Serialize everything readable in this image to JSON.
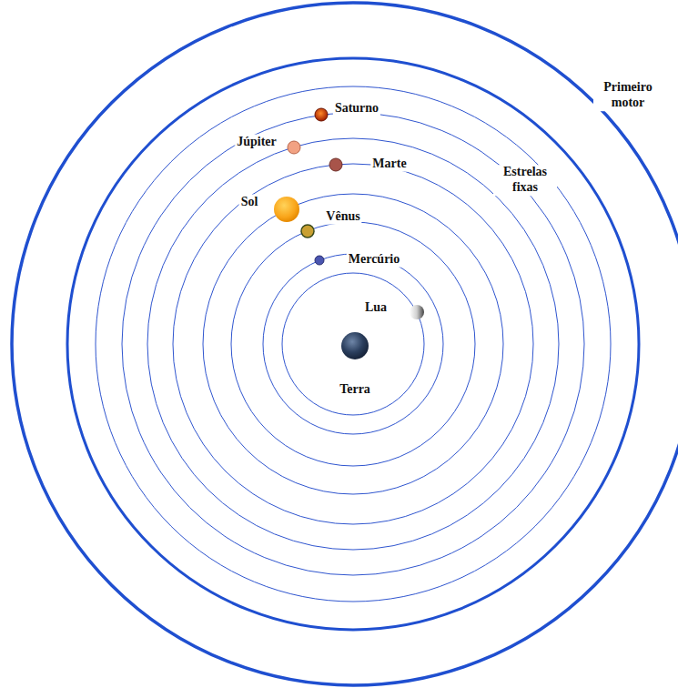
{
  "diagram": {
    "labels": [
      "Saturno",
      "Júpiter",
      "Marte",
      "Estrelas fixas",
      "Primeiro motor",
      "Sol",
      "Vênus",
      "Mercúrio",
      "Lua",
      "Terra"
    ]
  }
}
